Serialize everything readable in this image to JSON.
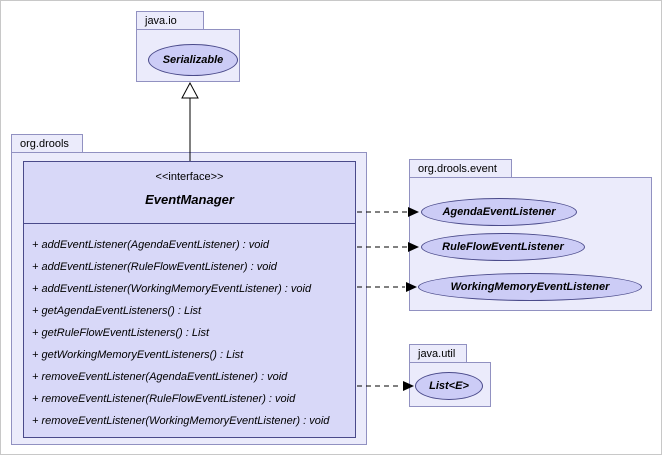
{
  "diagram": {
    "packages": {
      "java_io": "java.io",
      "org_drools": "org.drools",
      "org_drools_event": "org.drools.event",
      "java_util": "java.util"
    },
    "nodes": {
      "serializable": "Serializable",
      "agenda_event_listener": "AgendaEventListener",
      "rule_flow_event_listener": "RuleFlowEventListener",
      "working_memory_event_listener": "WorkingMemoryEventListener",
      "list_e": "List<E>"
    },
    "event_manager": {
      "stereotype": "<<interface>>",
      "name": "EventManager",
      "methods": [
        "+ addEventListener(AgendaEventListener) : void",
        "+ addEventListener(RuleFlowEventListener) : void",
        "+ addEventListener(WorkingMemoryEventListener) : void",
        "+ getAgendaEventListeners() : List",
        "+ getRuleFlowEventListeners() : List",
        "+ getWorkingMemoryEventListeners() : List",
        "+ removeEventListener(AgendaEventListener) : void",
        "+ removeEventListener(RuleFlowEventListener) : void",
        "+ removeEventListener(WorkingMemoryEventListener) : void"
      ]
    },
    "colors": {
      "package_fill": "#ebebfb",
      "package_border": "#9191c1",
      "class_fill": "#d8d8f8",
      "ellipse_fill": "#ccccf6",
      "node_border": "#4a4a8a",
      "connector_line": "#000000"
    }
  }
}
